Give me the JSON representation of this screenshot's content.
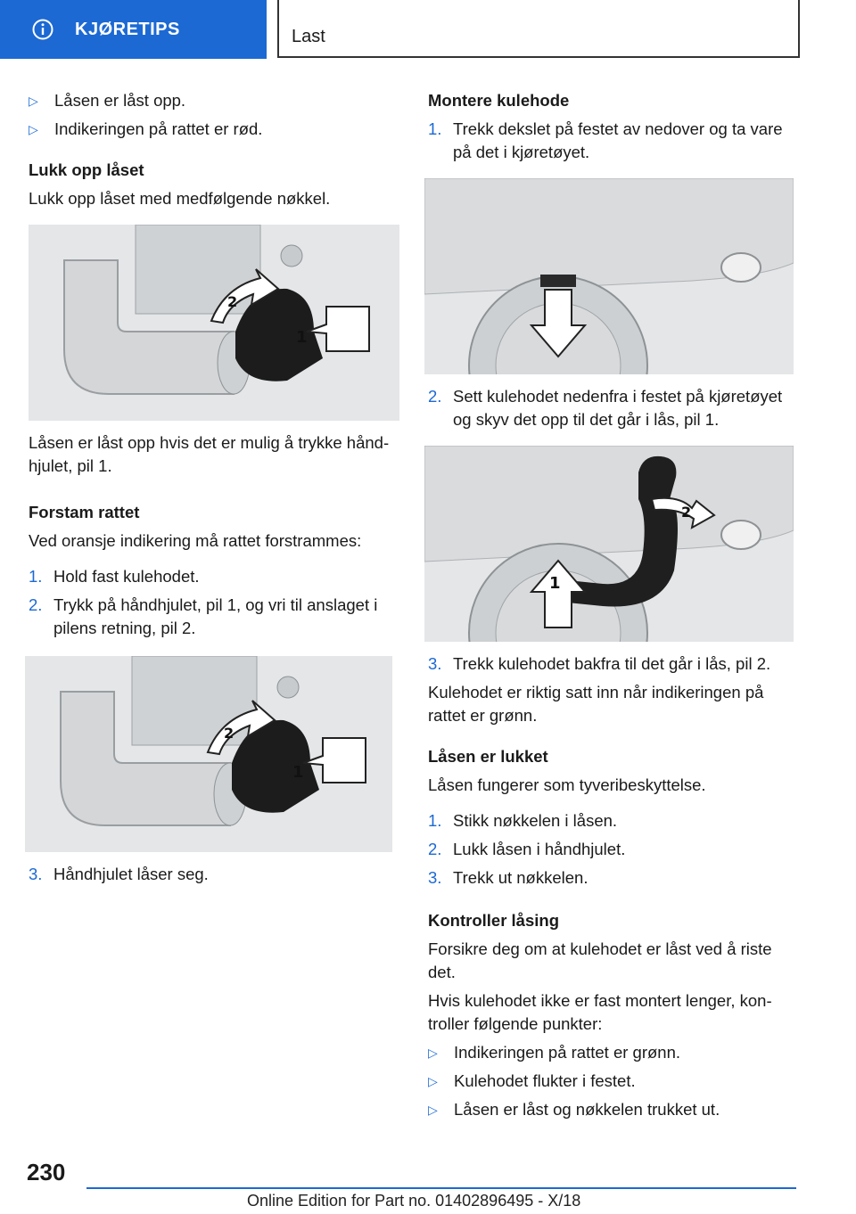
{
  "header": {
    "section": "KJØRETIPS",
    "chapter": "Last",
    "icon": "info-icon"
  },
  "left": {
    "bullets_top": [
      "Låsen er låst opp.",
      "Indikeringen på rattet er rød."
    ],
    "unlock": {
      "heading": "Lukk opp låset",
      "text": "Lukk opp låset med medfølgende nøkkel."
    },
    "after_img1": [
      "Låsen er låst opp hvis det er mulig å trykke hånd-",
      "hjulet, pil 1."
    ],
    "preload": {
      "heading": "Forstam rattet",
      "text": "Ved oransje indikering må rattet forstrammes:"
    },
    "steps": [
      {
        "n": "1.",
        "lines": [
          "Hold fast kulehodet."
        ]
      },
      {
        "n": "2.",
        "lines": [
          "Trykk på håndhjulet, pil 1, og vri til anslaget i",
          "pilens retning, pil 2."
        ]
      }
    ],
    "step3": {
      "n": "3.",
      "text": "Håndhjulet låser seg."
    }
  },
  "right": {
    "mount_heading": "Montere kulehode",
    "step1": {
      "n": "1.",
      "lines": [
        "Trekk dekslet på festet av nedover og ta vare",
        "på det i kjøretøyet."
      ]
    },
    "step2": {
      "n": "2.",
      "lines": [
        "Sett kulehodet nedenfra i festet på kjøretøyet",
        "og skyv det opp til det går i lås, pil 1."
      ]
    },
    "step3": {
      "n": "3.",
      "text": "Trekk kulehodet bakfra til det går i lås, pil 2."
    },
    "correct": [
      "Kulehodet er riktig satt inn når indikeringen på",
      "rattet er grønn."
    ],
    "locked": {
      "heading": "Låsen er lukket",
      "text": "Låsen fungerer som tyveribeskyttelse."
    },
    "lock_steps": [
      {
        "n": "1.",
        "text": "Stikk nøkkelen i låsen."
      },
      {
        "n": "2.",
        "text": "Lukk låsen i håndhjulet."
      },
      {
        "n": "3.",
        "text": "Trekk ut nøkkelen."
      }
    ],
    "check": {
      "heading": "Kontroller låsing",
      "p1": [
        "Forsikre deg om at kulehodet er låst ved å riste",
        "det."
      ],
      "p2": [
        "Hvis kulehodet ikke er fast montert lenger, kon-",
        "troller følgende punkter:"
      ],
      "bullets": [
        "Indikeringen på rattet er grønn.",
        "Kulehodet flukter i festet.",
        "Låsen er låst og nøkkelen trukket ut."
      ]
    }
  },
  "diagram_labels": {
    "arrow1": "1",
    "arrow2": "2"
  },
  "footer": {
    "page": "230",
    "edition": "Online Edition for Part no. 01402896495 - X/18"
  },
  "colors": {
    "accent": "#1c69d3",
    "image_bg": "#e4e6e8"
  }
}
